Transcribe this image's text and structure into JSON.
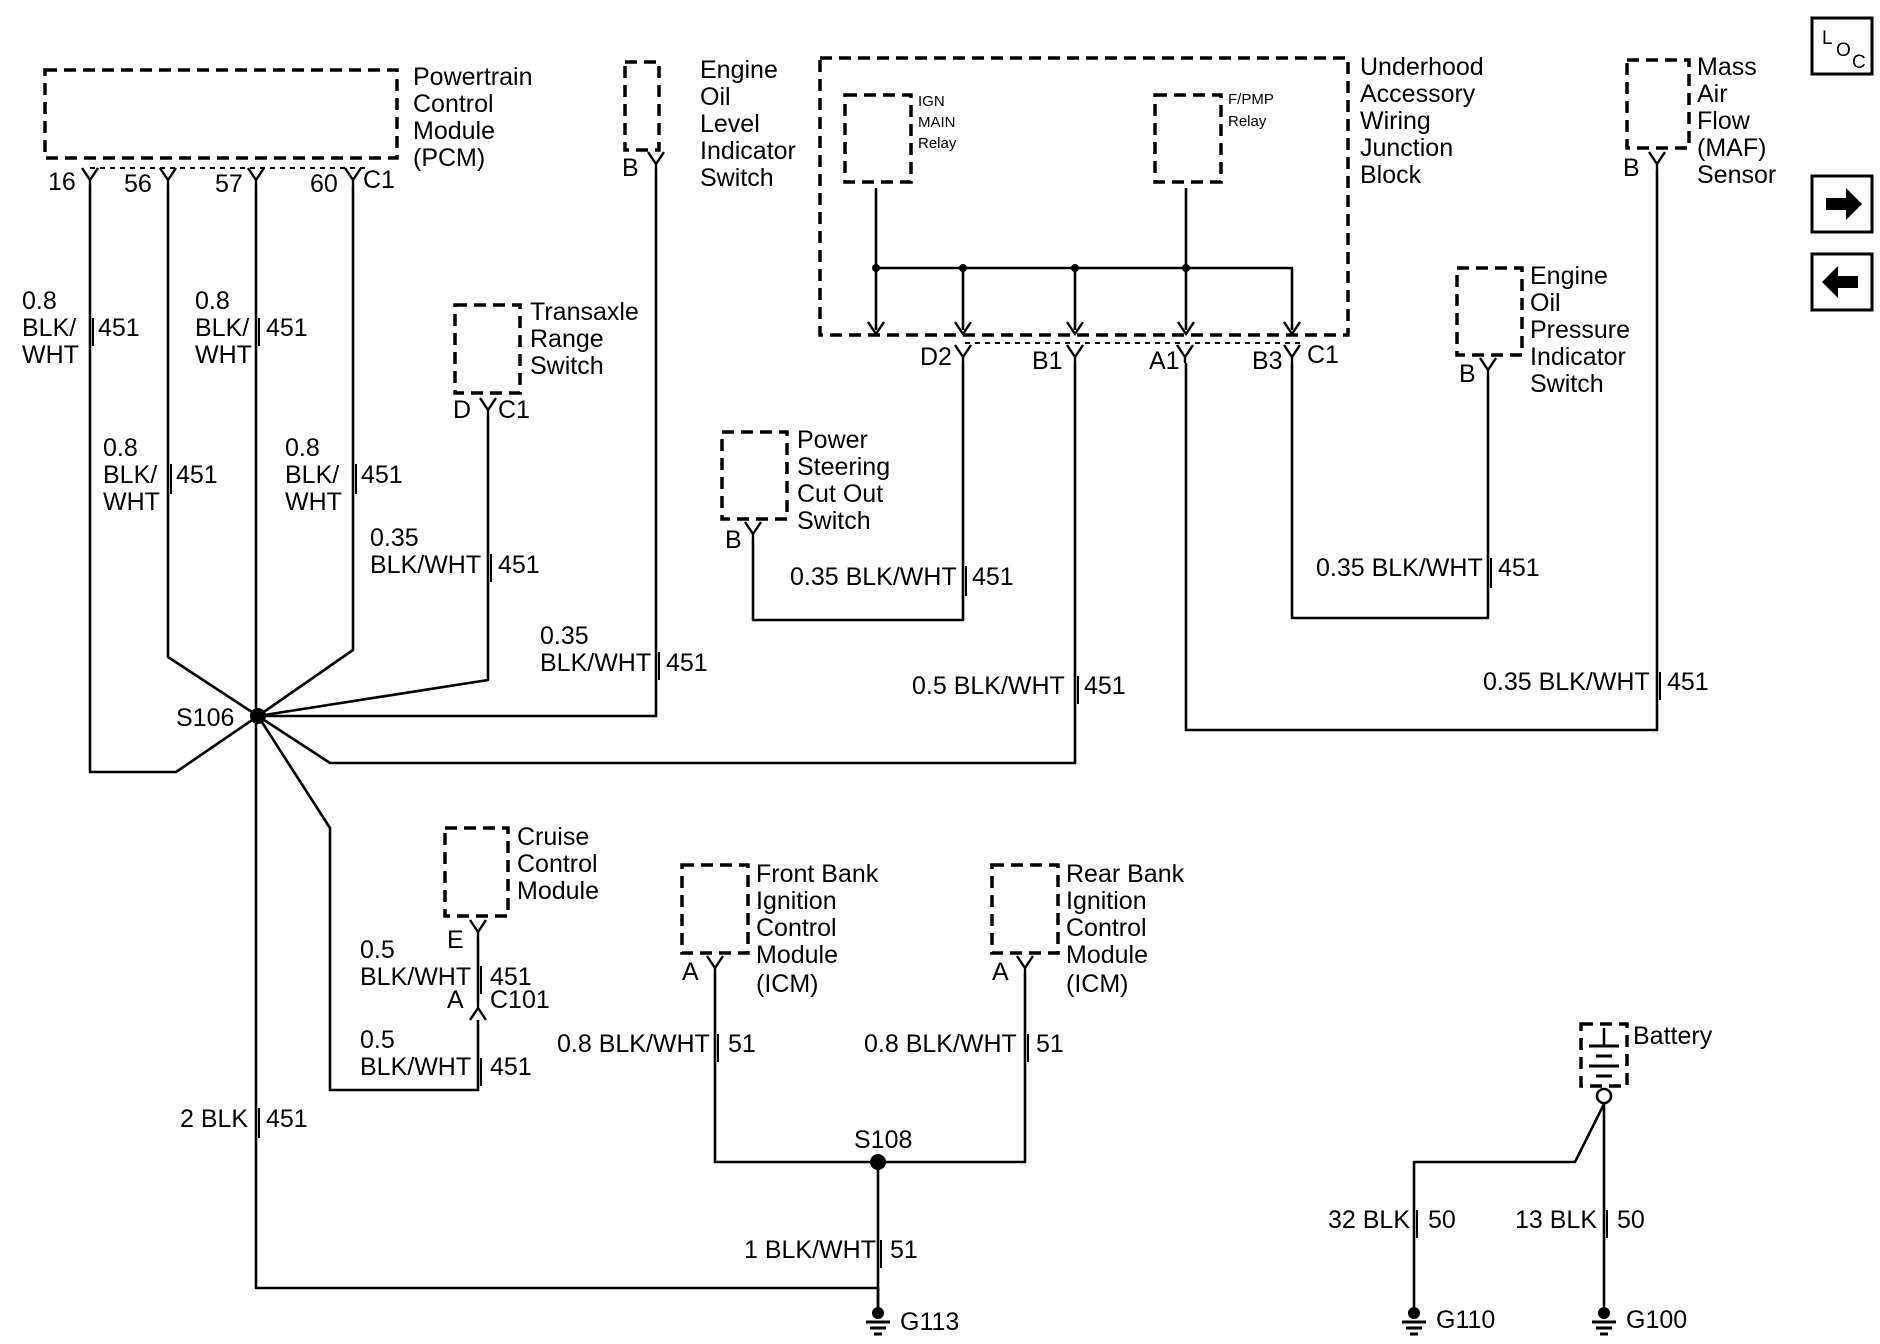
{
  "components": {
    "pcm": [
      "Powertrain",
      "Control",
      "Module",
      "(PCM)"
    ],
    "eng_oil_level": [
      "Engine",
      "Oil",
      "Level",
      "Indicator",
      "Switch"
    ],
    "underhood_block": [
      "Underhood",
      "Accessory",
      "Wiring",
      "Junction",
      "Block"
    ],
    "ign_main_relay": [
      "IGN",
      "MAIN",
      "Relay"
    ],
    "fpmp_relay": [
      "F/PMP",
      "Relay"
    ],
    "maf_sensor": [
      "Mass",
      "Air",
      "Flow",
      "(MAF)",
      "Sensor"
    ],
    "transaxle_switch": [
      "Transaxle",
      "Range",
      "Switch"
    ],
    "eng_oil_pressure": [
      "Engine",
      "Oil",
      "Pressure",
      "Indicator",
      "Switch"
    ],
    "ps_cutout": [
      "Power",
      "Steering",
      "Cut Out",
      "Switch"
    ],
    "cruise_module": [
      "Cruise",
      "Control",
      "Module"
    ],
    "front_icm": [
      "Front Bank",
      "Ignition",
      "Control",
      "Module",
      "(ICM)"
    ],
    "rear_icm": [
      "Rear Bank",
      "Ignition",
      "Control",
      "Module",
      "(ICM)"
    ],
    "battery": "Battery"
  },
  "pins": {
    "pcm_16": "16",
    "pcm_56": "56",
    "pcm_57": "57",
    "pcm_60": "60",
    "pcm_conn": "C1",
    "eol_b": "B",
    "maf_b": "B",
    "uh_d2": "D2",
    "uh_b1": "B1",
    "uh_a1": "A1",
    "uh_b3": "B3",
    "uh_conn": "C1",
    "tr_d": "D",
    "tr_conn": "C1",
    "eop_b": "B",
    "ps_b": "B",
    "cruise_e": "E",
    "c101_a": "A",
    "c101": "C101",
    "ficm_a": "A",
    "ricm_a": "A"
  },
  "wires": {
    "w1_size": "0.8",
    "w1_color": [
      "BLK/",
      "WHT"
    ],
    "w1_circuit": "451",
    "w2_size": "0.8",
    "w2_color": [
      "BLK/",
      "WHT"
    ],
    "w2_circuit": "451",
    "w3_size": "0.8",
    "w3_color": [
      "BLK/",
      "WHT"
    ],
    "w3_circuit": "451",
    "w4_size": "0.8",
    "w4_color": [
      "BLK/",
      "WHT"
    ],
    "w4_circuit": "451",
    "w_tr_size": "0.35",
    "w_tr_color": "BLK/WHT",
    "w_tr_circuit": "451",
    "w_eol_size": "0.35",
    "w_eol_color": "BLK/WHT",
    "w_eol_circuit": "451",
    "w_ps": "0.35 BLK/WHT",
    "w_ps_circuit": "451",
    "w_b1": "0.5 BLK/WHT",
    "w_b1_circuit": "451",
    "w_b3": "0.35 BLK/WHT",
    "w_b3_circuit": "451",
    "w_maf": "0.35 BLK/WHT",
    "w_maf_circuit": "451",
    "w_cruise_e_size": "0.5",
    "w_cruise_e_color": "BLK/WHT",
    "w_cruise_e_circuit": "451",
    "w_cruise_a_size": "0.5",
    "w_cruise_a_color": "BLK/WHT",
    "w_cruise_a_circuit": "451",
    "w_gnd": "2 BLK",
    "w_gnd_circuit": "451",
    "w_ficm": "0.8 BLK/WHT",
    "w_ficm_circuit": "51",
    "w_ricm": "0.8 BLK/WHT",
    "w_ricm_circuit": "51",
    "w_s108": "1 BLK/WHT",
    "w_s108_circuit": "51",
    "w_g110": "32 BLK",
    "w_g110_circuit": "50",
    "w_g100": "13 BLK",
    "w_g100_circuit": "50"
  },
  "splices": {
    "s106": "S106",
    "s108": "S108"
  },
  "grounds": {
    "g113": "G113",
    "g110": "G110",
    "g100": "G100"
  },
  "nav": {
    "loc_l": "L",
    "loc_o": "O",
    "loc_c": "C",
    "next_icon": "right-arrow",
    "prev_icon": "left-arrow"
  }
}
